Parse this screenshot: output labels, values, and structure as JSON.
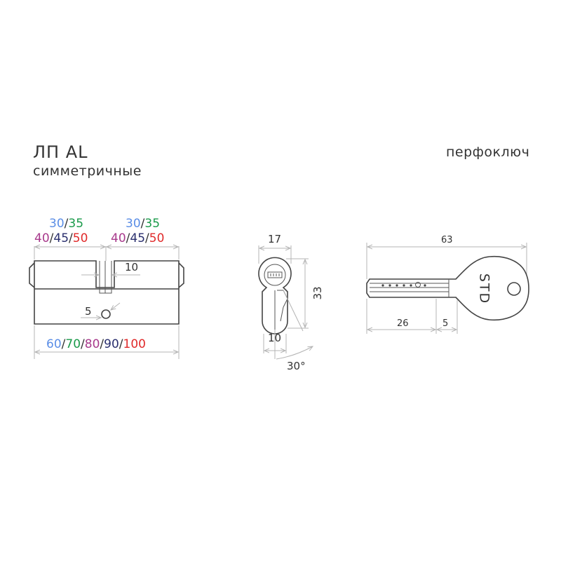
{
  "header": {
    "title": "ЛП AL",
    "subtitle": "симметричные",
    "key_title": "перфоключ"
  },
  "colors": {
    "blue": "#5b8ee6",
    "green": "#1a9a4a",
    "purple": "#a83a8c",
    "navy": "#2a2f6e",
    "red": "#e02a2a",
    "dark": "#333333"
  },
  "cylinder": {
    "half_sizes_line1": [
      "30",
      "35"
    ],
    "half_sizes_line2": [
      "40",
      "45",
      "50"
    ],
    "slash": "/",
    "cam_width": "10",
    "screw_offset": "5",
    "total_lengths": [
      "60",
      "70",
      "80",
      "90",
      "100"
    ]
  },
  "profile": {
    "width": "17",
    "height": "33",
    "bottom_width": "10",
    "angle": "30°"
  },
  "key": {
    "length": "63",
    "blade_length": "26",
    "shoulder": "5",
    "brand": "STD"
  }
}
